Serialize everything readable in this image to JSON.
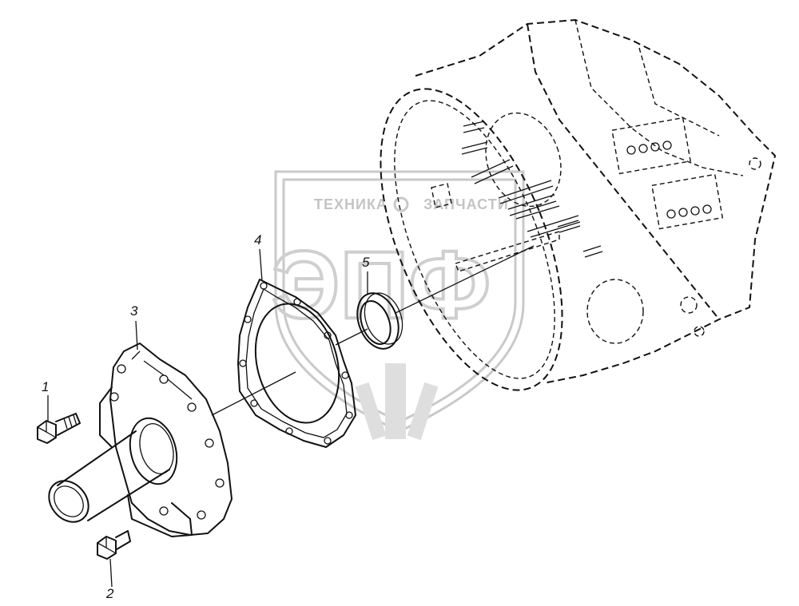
{
  "watermark": {
    "brand_left": "ТЕХНИКА",
    "brand_right": "ЗАПЧАСТИ",
    "logo_letters": "ЭПФ"
  },
  "callouts": [
    {
      "id": "1",
      "label": "1"
    },
    {
      "id": "2",
      "label": "2"
    },
    {
      "id": "3",
      "label": "3"
    },
    {
      "id": "4",
      "label": "4"
    },
    {
      "id": "5",
      "label": "5"
    }
  ]
}
